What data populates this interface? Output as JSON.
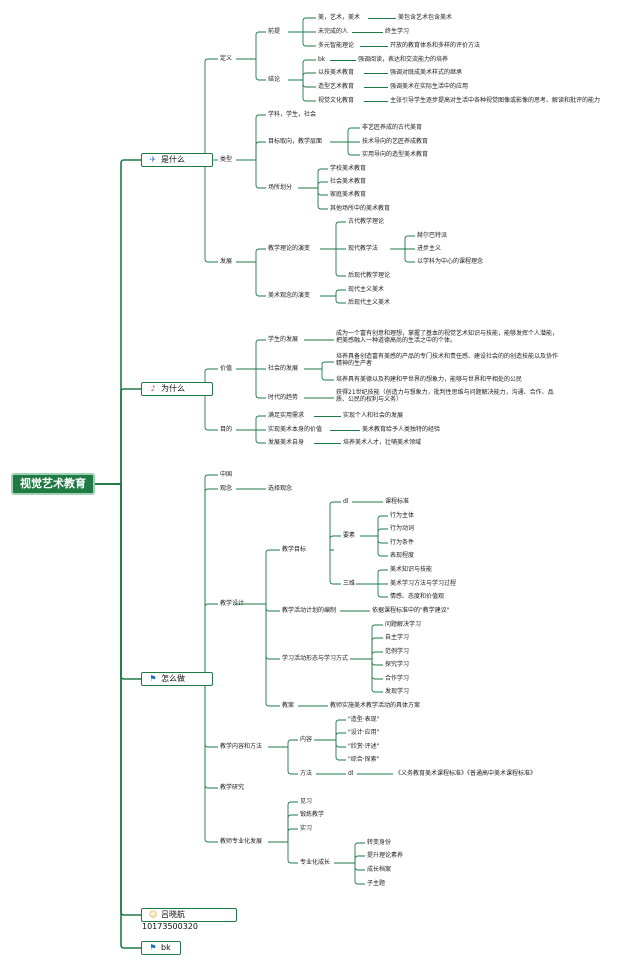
{
  "root": "视觉艺术教育",
  "top": {
    "what": "是什么",
    "why": "为什么",
    "how": "怎么做",
    "author": "吕晓航 10173500320",
    "bk": "bk"
  },
  "icons": {
    "what": "paper-plane-icon",
    "why": "music-note-icon",
    "how": "flag-icon",
    "author": "user-icon",
    "bk": "flag-icon"
  },
  "colors": {
    "line": "#1e7a45",
    "root_bg": "#1f7a43",
    "root_border": "#9fd1b4"
  },
  "what": {
    "definition": "定义",
    "premise": "前提",
    "premise_items": [
      {
        "k": "美，艺术，美术",
        "v": "美包含艺术包含美术"
      },
      {
        "k": "未完成的人",
        "v": "终生学习"
      },
      {
        "k": "多元智能理论",
        "v": "开放的教育体系和多样的评价方法"
      }
    ],
    "conclusion": "结论",
    "conclusion_items": [
      {
        "k": "bk",
        "v": "强调阅读，表达和交流能力的培养"
      },
      {
        "k": "以技美术教育",
        "v": "强调对既成美术样式的继承"
      },
      {
        "k": "造型艺术教育",
        "v": "强调美术在实际生活中的应用"
      },
      {
        "k": "视觉文化教育",
        "v": "主张引导学生逐步提高对生活中各种视觉图像或影像的思考、解读和批评的能力"
      }
    ],
    "type": "类型",
    "type_subject": "学科，学生，社会",
    "type_goal": "目标取向，教学层面",
    "goal_items": [
      "非艺匠养成的古代美育",
      "技术导向的艺匠养成教育",
      "实用导向的造型美术教育"
    ],
    "type_place": "场所划分",
    "place_items": [
      "学校美术教育",
      "社会美术教育",
      "家庭美术教育",
      "其他场所中的美术教育"
    ],
    "develop": "发展",
    "theory_evo": "教学理论的演变",
    "ancient": "古代教学理论",
    "modern": "现代教学法",
    "modern_items": [
      "赫尔巴特派",
      "进步主义",
      "以学科为中心的课程理念"
    ],
    "postmodern": "后现代教学理论",
    "concept_evo": "美术观念的演变",
    "concept_items": [
      "现代主义美术",
      "后现代主义美术"
    ]
  },
  "why": {
    "value": "价值",
    "student": "学生的发展",
    "student_text": "成为一个富有创意和理想，掌握了基本的视觉艺术知识与技能，能够发挥个人潜能，把美感融入一种道德高尚的生活之中的个体。",
    "society": "社会的发展",
    "society_text1": "培养具备创造富有美感的产品的专门技术和责任感、建设社会的的创造技能以及协作精神的生产者",
    "society_text2": "培养具有美德以及构建和平世界的想象力，能够与世界和平相处的公民",
    "trend": "时代的趋势",
    "trend_text": "获得21世纪技能（创造力与想象力，批判性思维与问题解决能力，沟通、合作、品质、公民的权利与义务）",
    "purpose": "目的",
    "purpose_items": [
      {
        "k": "满足实用需求",
        "v": "实现个人和社会的发展"
      },
      {
        "k": "实现美术本身的价值",
        "v": "美术教育给予人类独特的经验"
      },
      {
        "k": "发展美术自身",
        "v": "培养美术人才，壮哺美术领域"
      }
    ]
  },
  "how": {
    "china": "中国",
    "concept": "观念",
    "choose": "选择观念",
    "design": "教学设计",
    "goal": "教学目标",
    "dl": "dl",
    "curriculum": "课程标准",
    "elements": "要素",
    "element_items": [
      "行为主体",
      "行为动词",
      "行为条件",
      "表现程度"
    ],
    "three_dim": "三维",
    "three_items": [
      "美术知识与技能",
      "美术学习方法与学习过程",
      "情感、态度和价值观"
    ],
    "plan": "教学活动计划的编制",
    "plan_text": "依据课程标准中的\"教学建议\"",
    "forms": "学习活动形态与学习方式",
    "form_items": [
      "问题解决学习",
      "自主学习",
      "范例学习",
      "探究学习",
      "合作学习",
      "发现学习"
    ],
    "lesson": "教案",
    "lesson_text": "教师实施美术教学活动的具体方案",
    "content_method": "教学内容和方法",
    "content": "内容",
    "content_items": [
      "\"造型·表现\"",
      "\"设计·应用\"",
      "\"欣赏·评述\"",
      "\"综合·探索\""
    ],
    "method": "方法",
    "method_dl": "dl",
    "method_text": "《义务教育美术课程标准》《普通高中美术课程标准》",
    "research": "教学研究",
    "teacher_dev": "教师专业化发展",
    "dev_items": [
      "见习",
      "锻炼教学",
      "实习"
    ],
    "pro_growth": "专业化成长",
    "growth_items": [
      "转变身份",
      "提升理论素养",
      "成长档案",
      "子主题"
    ]
  }
}
